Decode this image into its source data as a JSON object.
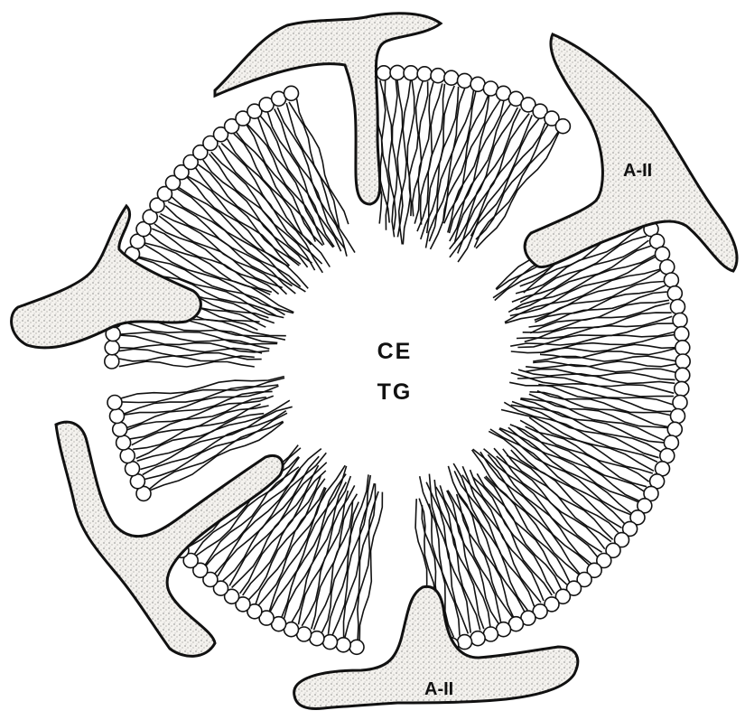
{
  "core": {
    "line1": "CE",
    "line2": "TG"
  },
  "proteins": {
    "label_right": "A-II",
    "label_bottom": "A-II"
  },
  "style": {
    "ink": "#111111",
    "stipple": "#f0eeea",
    "head_fill": "#ffffff"
  }
}
